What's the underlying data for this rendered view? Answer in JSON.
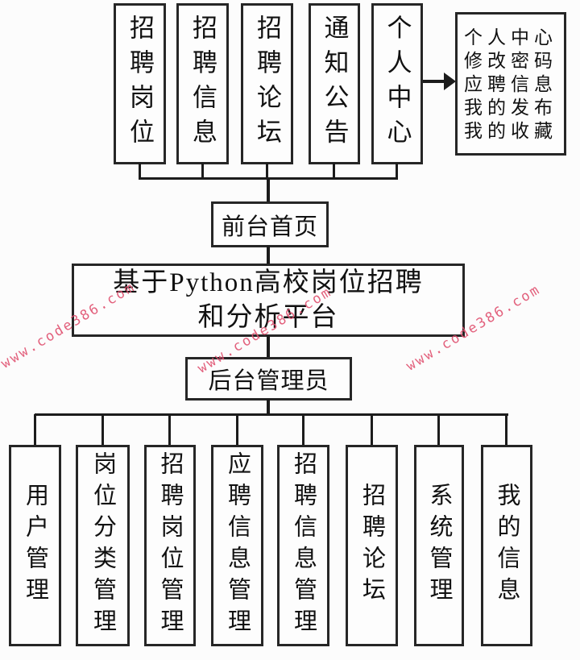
{
  "colors": {
    "line": "#1c1c1c",
    "box_border": "#262626",
    "ink": "#111111",
    "background": "#fcfcfc",
    "box_fill": "#fdfdfd",
    "watermark": "#e0506f"
  },
  "watermark": {
    "text": "www.code386.com"
  },
  "diagram": {
    "front_modules": [
      "招聘岗位",
      "招聘信息",
      "招聘论坛",
      "通知公告",
      "个人中心"
    ],
    "personal_center_menu": [
      "个人中心",
      "修改密码",
      "应聘信息",
      "我的发布",
      "我的收藏"
    ],
    "front_home": "前台首页",
    "platform_title": {
      "line1": "基于Python高校岗位招聘",
      "line2": "和分析平台"
    },
    "admin_root": "后台管理员",
    "admin_modules": [
      "用户管理",
      "岗位分类管理",
      "招聘岗位管理",
      "应聘信息管理",
      "招聘信息管理",
      "招聘论坛",
      "系统管理",
      "我的信息"
    ]
  }
}
